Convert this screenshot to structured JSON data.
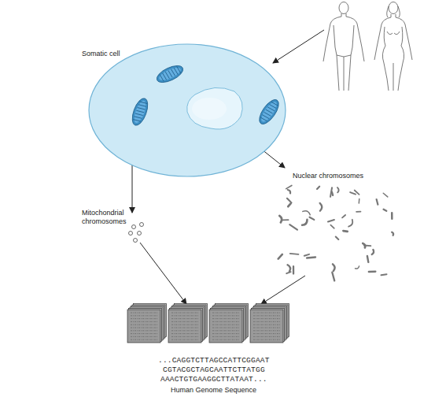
{
  "diagram": {
    "nodes": [
      {
        "text": [
          "Somatic cell"
        ]
      }
    ],
    "labels": [
      "Nuclear chromosomes",
      "Mitochondrial chromosomes",
      "...CAGGTCTTAGCCATTCGGAAT",
      "CGTACGCTAGCAATTCTTATGG",
      "AAACTGTGAAGGCTTATAAT...",
      "Human Genome Sequence"
    ]
  }
}
